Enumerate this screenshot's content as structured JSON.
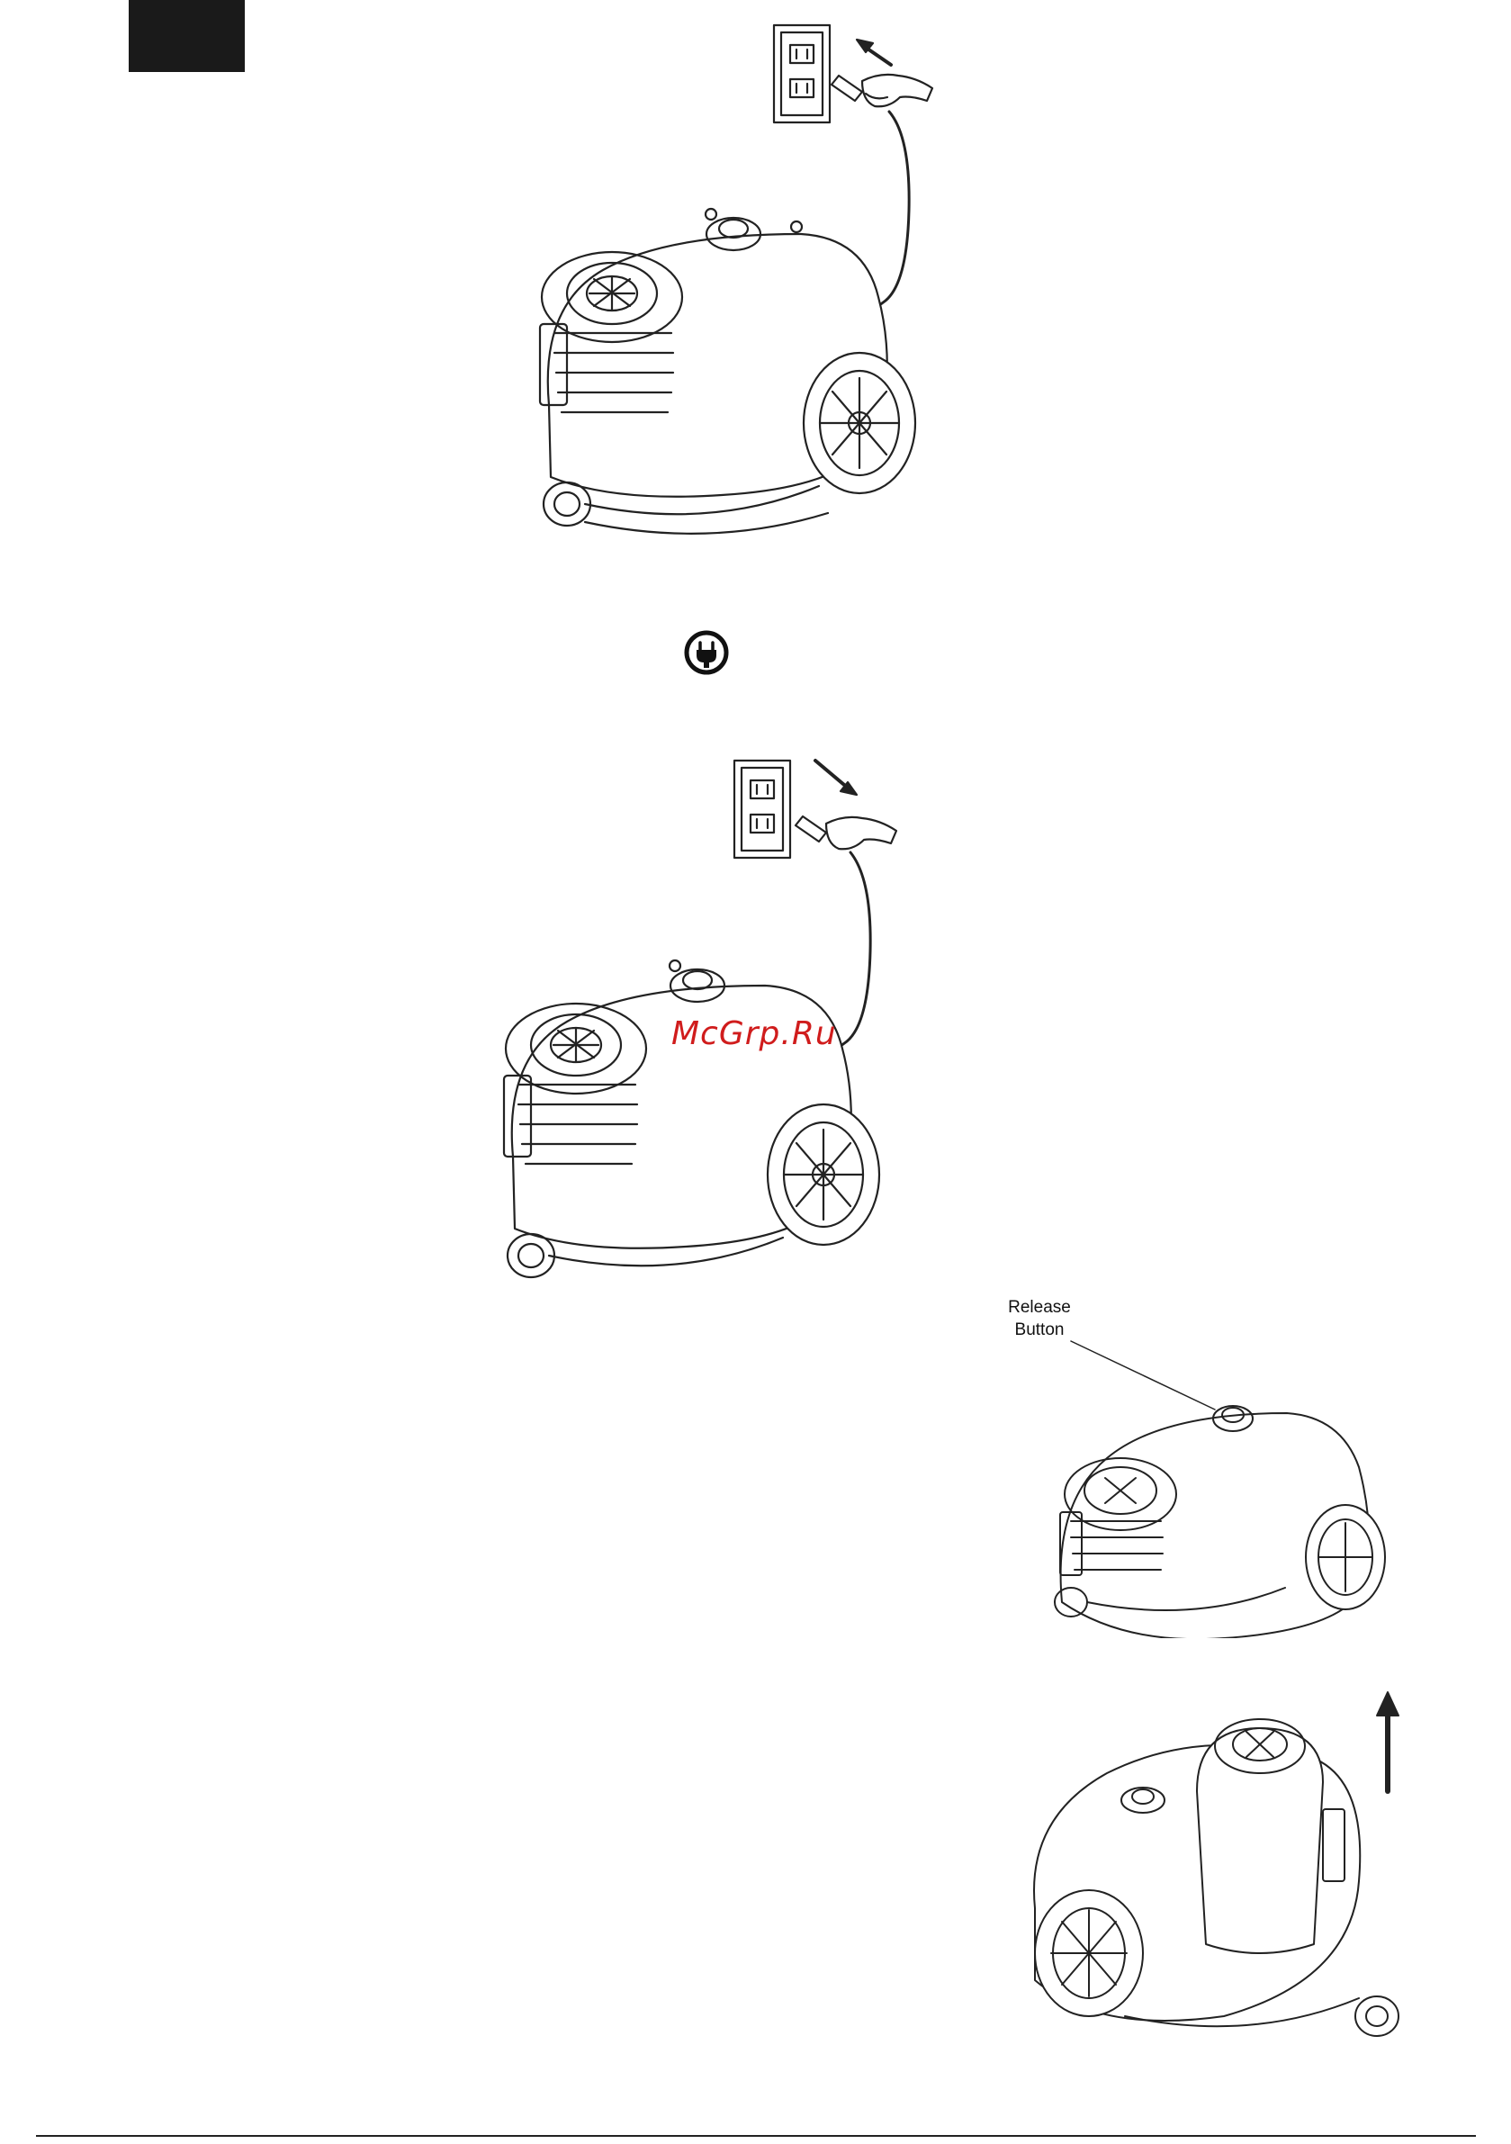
{
  "watermark": {
    "text": "McGrp.Ru",
    "color": "#d01c1c"
  },
  "callout": {
    "line1": "Release",
    "line2": "Button"
  },
  "icons": [
    "plug-in-figure",
    "unplug-figure",
    "power-plug-icon",
    "release-button-figure",
    "lift-container-figure",
    "up-arrow-icon"
  ]
}
